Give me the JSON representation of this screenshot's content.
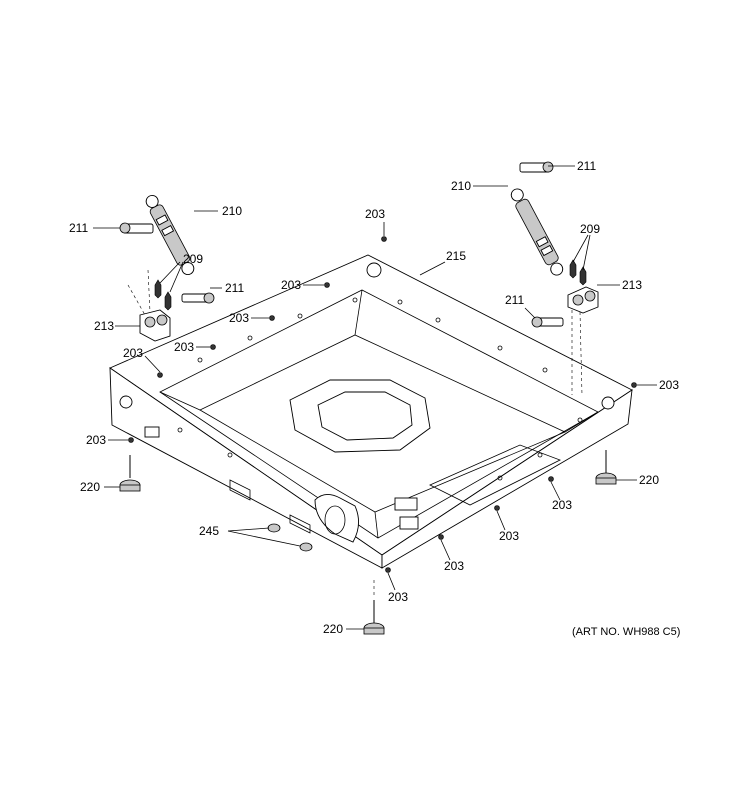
{
  "labels": {
    "l211_tl": "211",
    "l210_tl": "210",
    "l209_l": "209",
    "l211_ml": "211",
    "l213_l": "213",
    "l203_a": "203",
    "l203_b": "203",
    "l203_c": "203",
    "l203_d": "203",
    "l203_e": "203",
    "l203_f": "203",
    "l215": "215",
    "l211_tr": "211",
    "l210_tr": "210",
    "l209_r": "209",
    "l213_r": "213",
    "l211_mr": "211",
    "l203_r": "203",
    "l220_l": "220",
    "l220_r": "220",
    "l220_b": "220",
    "l245": "245",
    "l203_g": "203",
    "l203_h": "203",
    "l203_i": "203",
    "l203_j": "203"
  },
  "art_no": "(ART NO. WH988 C5)"
}
